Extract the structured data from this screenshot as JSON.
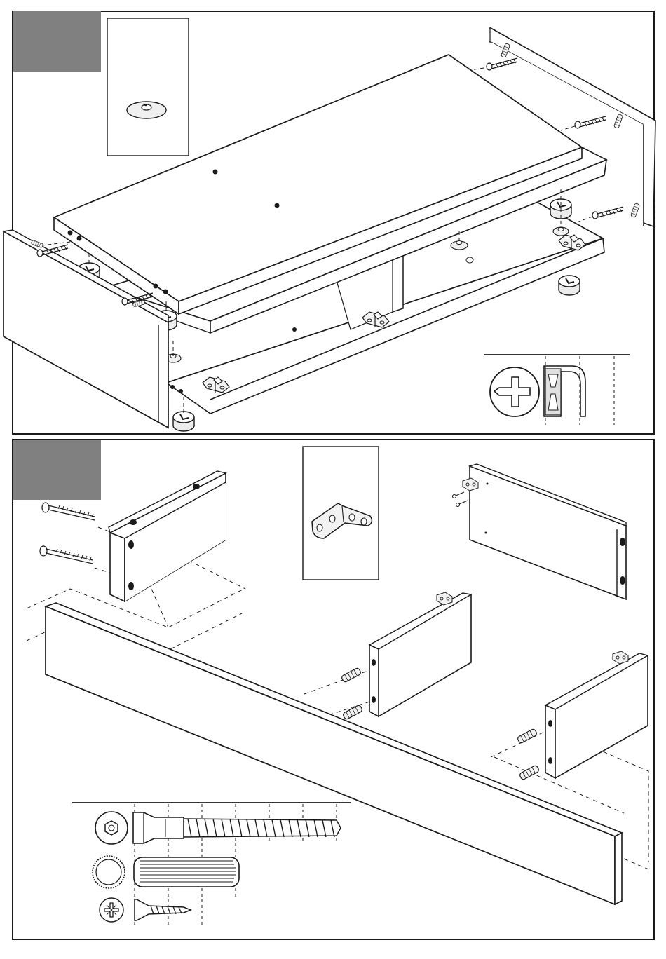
{
  "document": {
    "type": "assembly-instructions",
    "printed_text": []
  },
  "steps": [
    {
      "id": "step-a",
      "step_label": "",
      "tab_color": "#808080",
      "detail_inset": {
        "part": "cam-lock-disc"
      },
      "hardware_legend": [
        {
          "icon": "phillips-cross-icon",
          "part": "phillips-screwdriver-bit"
        },
        {
          "icon": "corner-bracket-icon",
          "part": "drawer-runner-clip"
        }
      ],
      "parts_shown": [
        "top-panel",
        "middle-shelf",
        "bottom-panel",
        "divider",
        "left-side-panel",
        "right-side-panel",
        "cam-lock",
        "connecting-bolt",
        "dowel",
        "hinge-plate"
      ]
    },
    {
      "id": "step-b",
      "step_label": "",
      "tab_color": "#808080",
      "detail_inset": {
        "part": "angle-bracket"
      },
      "hardware_legend": [
        {
          "icon": "hex-socket-icon",
          "part": "confirmat-screw"
        },
        {
          "icon": "knurled-circle-icon",
          "part": "wooden-dowel"
        },
        {
          "icon": "pozidriv-icon",
          "part": "small-screw"
        }
      ],
      "parts_shown": [
        "front-board",
        "end-block",
        "divider-block-1",
        "divider-block-2",
        "back-rail",
        "dowel",
        "confirmat-screw",
        "angle-bracket"
      ]
    }
  ],
  "colors": {
    "line": "#1a1a1a",
    "panel_fill": "#ffffff",
    "tab_gray": "#808080",
    "hole": "#1a1a1a",
    "hardware_shade": "#e6e6e6"
  }
}
